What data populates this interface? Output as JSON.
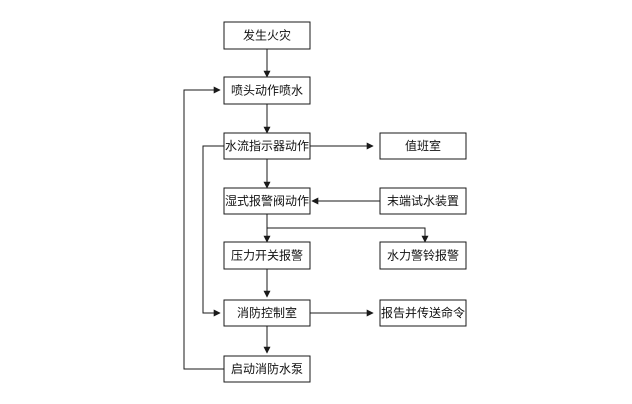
{
  "nodes": {
    "fire": "发生火灾",
    "sprinkler": "喷头动作喷水",
    "flow_indicator": "水流指示器动作",
    "duty_room": "值班室",
    "alarm_valve": "湿式报警阀动作",
    "end_test": "末端试水装置",
    "pressure_switch": "压力开关报警",
    "water_bell": "水力警铃报警",
    "control_room": "消防控制室",
    "report_order": "报告并传送命令",
    "start_pump": "启动消防水泵"
  },
  "colors": {
    "line": "#1a1a1a",
    "box_fill": "#ffffff",
    "text": "#111111"
  }
}
